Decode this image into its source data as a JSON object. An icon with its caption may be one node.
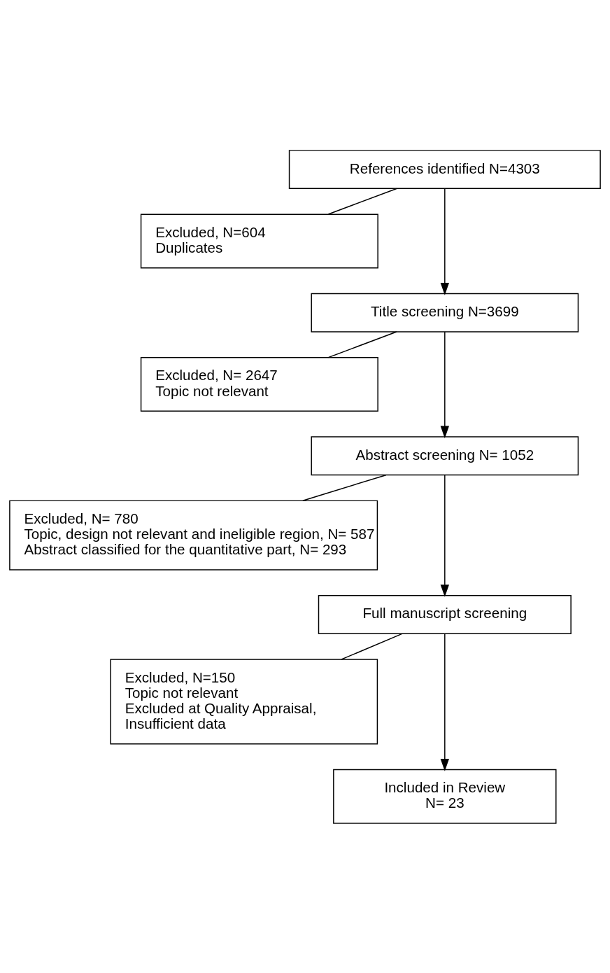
{
  "diagram": {
    "nodes": [
      {
        "text": [
          "References identified N=4303"
        ]
      },
      {
        "text": [
          "Excluded, N=604",
          "Duplicates"
        ]
      },
      {
        "text": [
          "Title screening N=3699"
        ]
      },
      {
        "text": [
          "Excluded, N= 2647",
          "Topic not relevant"
        ]
      },
      {
        "text": [
          "Abstract screening N= 1052"
        ]
      },
      {
        "text": [
          "Excluded, N= 780",
          "Topic, design not relevant and ineligible region, N= 587",
          "Abstract classified for the quantitative part, N= 293"
        ]
      },
      {
        "text": [
          "Full manuscript screening"
        ]
      },
      {
        "text": [
          "Excluded, N=150",
          "Topic not relevant",
          "Excluded at Quality Appraisal,",
          "Insufficient data"
        ]
      },
      {
        "text": [
          "Included in Review",
          "N= 23"
        ]
      }
    ],
    "edges": [
      {
        "from": 0,
        "to": 2,
        "arrow": "to"
      },
      {
        "from": 0,
        "to": 1,
        "arrow": "none"
      },
      {
        "from": 2,
        "to": 4,
        "arrow": "to"
      },
      {
        "from": 2,
        "to": 3,
        "arrow": "none"
      },
      {
        "from": 4,
        "to": 6,
        "arrow": "to"
      },
      {
        "from": 4,
        "to": 5,
        "arrow": "none"
      },
      {
        "from": 6,
        "to": 8,
        "arrow": "to"
      },
      {
        "from": 6,
        "to": 7,
        "arrow": "none"
      }
    ]
  }
}
